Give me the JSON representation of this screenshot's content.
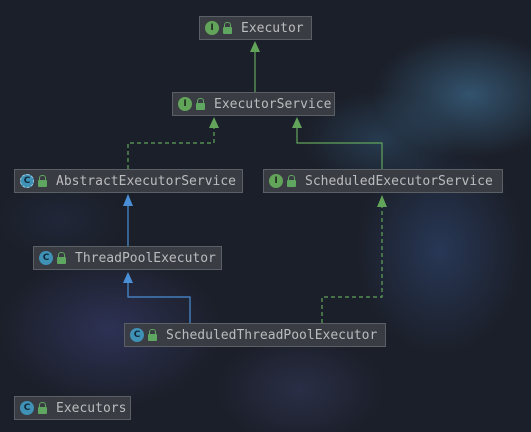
{
  "diagram": {
    "nodes": [
      {
        "id": "executor",
        "kind": "interface",
        "badge": "I",
        "label": "Executor"
      },
      {
        "id": "executor-service",
        "kind": "interface",
        "badge": "I",
        "label": "ExecutorService"
      },
      {
        "id": "abstract-executor-service",
        "kind": "abstract",
        "badge": "C",
        "label": "AbstractExecutorService"
      },
      {
        "id": "scheduled-executor-service",
        "kind": "interface",
        "badge": "I",
        "label": "ScheduledExecutorService"
      },
      {
        "id": "thread-pool-executor",
        "kind": "class",
        "badge": "C",
        "label": "ThreadPoolExecutor"
      },
      {
        "id": "scheduled-thread-pool-executor",
        "kind": "class",
        "badge": "C",
        "label": "ScheduledThreadPoolExecutor"
      },
      {
        "id": "executors",
        "kind": "class",
        "badge": "C",
        "label": "Executors"
      }
    ],
    "edges": [
      {
        "from": "executor-service",
        "to": "executor",
        "type": "extends-interface"
      },
      {
        "from": "abstract-executor-service",
        "to": "executor-service",
        "type": "implements"
      },
      {
        "from": "scheduled-executor-service",
        "to": "executor-service",
        "type": "extends-interface"
      },
      {
        "from": "thread-pool-executor",
        "to": "abstract-executor-service",
        "type": "extends-class"
      },
      {
        "from": "scheduled-thread-pool-executor",
        "to": "thread-pool-executor",
        "type": "extends-class"
      },
      {
        "from": "scheduled-thread-pool-executor",
        "to": "scheduled-executor-service",
        "type": "implements"
      }
    ],
    "colors": {
      "interface_edge": "#62a55a",
      "class_edge": "#4a8fd6",
      "interface_badge": "#62a55a",
      "class_badge": "#3f91b6",
      "lock_icon": "#5fa660"
    }
  }
}
